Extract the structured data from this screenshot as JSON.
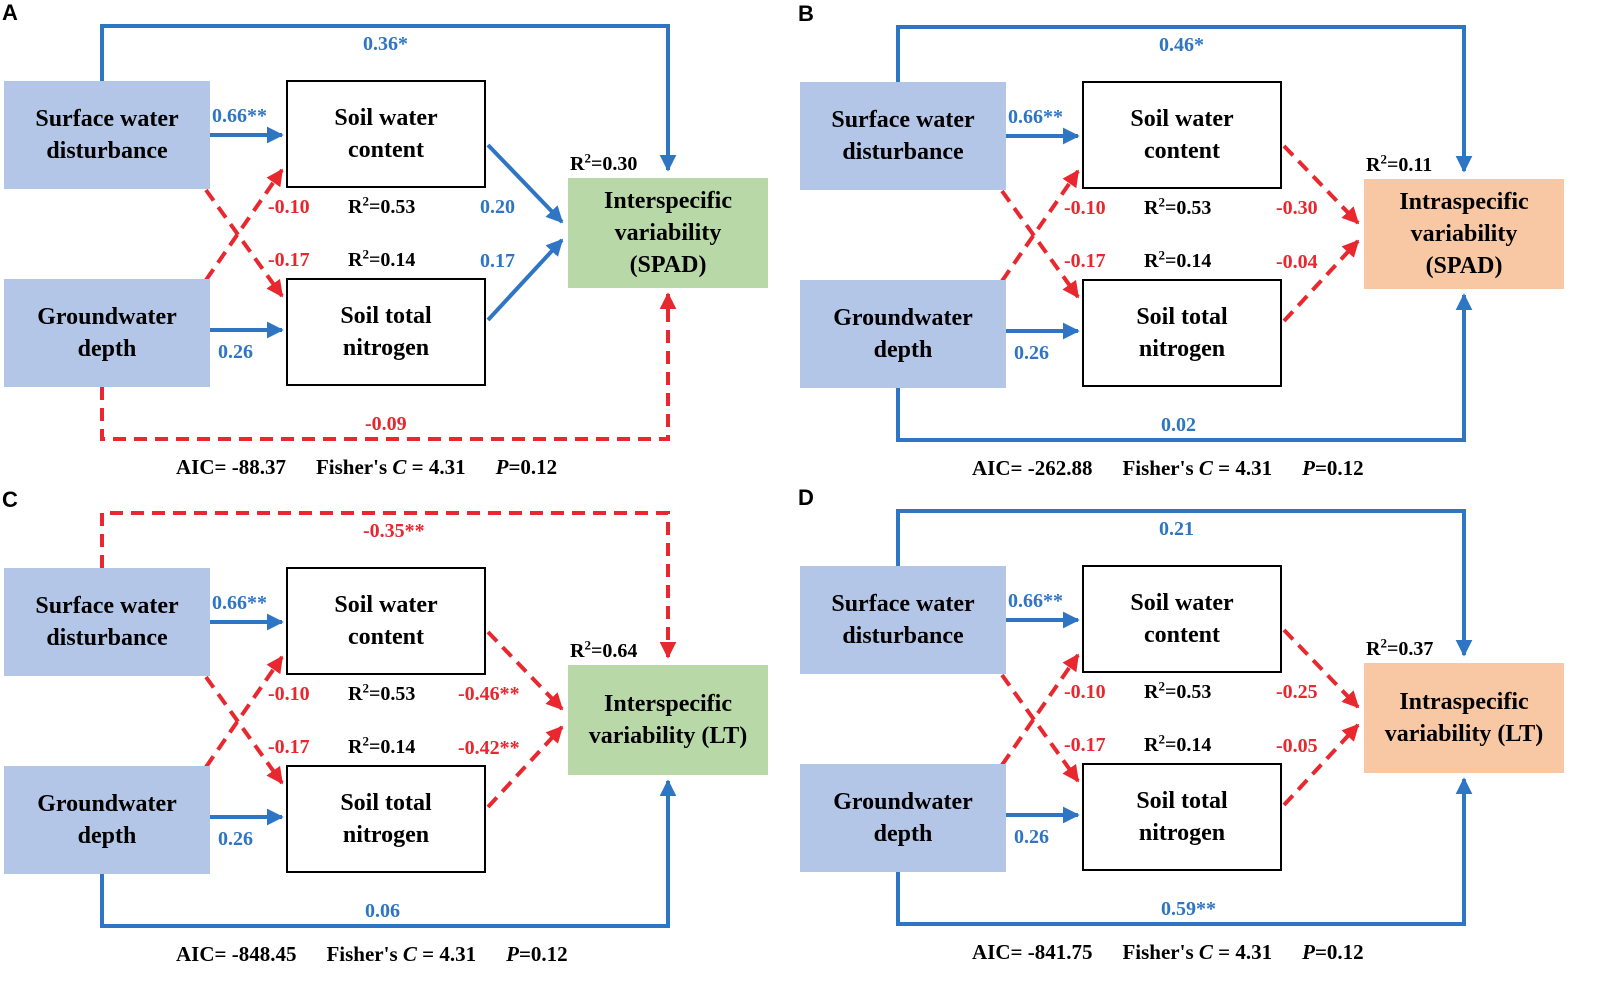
{
  "nodes": {
    "surface": "Surface water\ndisturbance",
    "ground": "Groundwater\ndepth",
    "swc": "Soil water\ncontent",
    "stn": "Soil total\nnitrogen"
  },
  "common": {
    "sw_to_swc": "0.66**",
    "gw_to_swc": "-0.10",
    "sw_to_stn": "-0.17",
    "gw_to_stn": "0.26",
    "r2_swc": "=0.53",
    "r2_stn": "=0.14",
    "r2_prefix": "R",
    "r2_sup": "2",
    "fisher_label": "Fisher's ",
    "fisher_var": "C",
    "fisher_val": " = 4.31",
    "p_var": "P",
    "p_val": "=0.12"
  },
  "colors": {
    "positive": "#2e75c4",
    "negative": "#e8272f",
    "source_fill": "#b4c6e7",
    "inter_fill": "#b8d8a8",
    "intra_fill": "#f8c8a4"
  },
  "panels": [
    {
      "letter": "A",
      "target": "Interspecific\nvariability\n(SPAD)",
      "target_type": "inter",
      "r2": "=0.30",
      "top_path": "0.36*",
      "top_sign": "positive",
      "bottom_path": "-0.09",
      "bottom_sign": "negative",
      "swc_path": "0.20",
      "swc_sign": "positive",
      "stn_path": "0.17",
      "stn_sign": "positive",
      "aic": "AIC= -88.37"
    },
    {
      "letter": "B",
      "target": "Intraspecific\nvariability\n(SPAD)",
      "target_type": "intra",
      "r2": "=0.11",
      "top_path": "0.46*",
      "top_sign": "positive",
      "bottom_path": "0.02",
      "bottom_sign": "positive",
      "swc_path": "-0.30",
      "swc_sign": "negative",
      "stn_path": "-0.04",
      "stn_sign": "negative",
      "aic": "AIC= -262.88"
    },
    {
      "letter": "C",
      "target": "Interspecific\nvariability (LT)",
      "target_type": "inter",
      "r2": "=0.64",
      "top_path": "-0.35**",
      "top_sign": "negative",
      "bottom_path": "0.06",
      "bottom_sign": "positive",
      "swc_path": "-0.46**",
      "swc_sign": "negative",
      "stn_path": "-0.42**",
      "stn_sign": "negative",
      "aic": "AIC= -848.45"
    },
    {
      "letter": "D",
      "target": "Intraspecific\nvariability (LT)",
      "target_type": "intra",
      "r2": "=0.37",
      "top_path": "0.21",
      "top_sign": "positive",
      "bottom_path": "0.59**",
      "bottom_sign": "positive",
      "swc_path": "-0.25",
      "swc_sign": "negative",
      "stn_path": "-0.05",
      "stn_sign": "negative",
      "aic": "AIC= -841.75"
    }
  ]
}
